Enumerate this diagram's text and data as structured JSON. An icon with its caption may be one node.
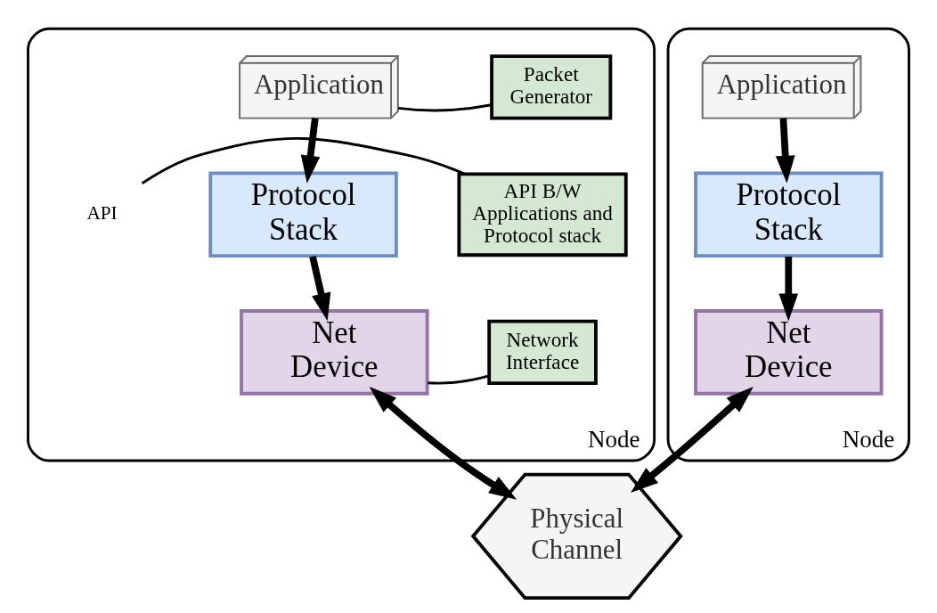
{
  "diagram": {
    "nodes": [
      {
        "text": [
          "Node"
        ]
      },
      {
        "text": [
          "Application"
        ],
        "in": 0
      },
      {
        "text": [
          "Packet Generator"
        ],
        "in": 0
      },
      {
        "text": [
          "API"
        ],
        "in": 0
      },
      {
        "text": [
          "API B/W Applications and Protocol stack"
        ],
        "in": 0
      },
      {
        "text": [
          "Protocol Stack"
        ],
        "in": 0
      },
      {
        "text": [
          "Network Interface"
        ],
        "in": 0
      },
      {
        "text": [
          "Net Device"
        ],
        "in": 0
      },
      {
        "text": [
          "Node"
        ]
      },
      {
        "text": [
          "Application"
        ],
        "in": 8
      },
      {
        "text": [
          "Protocol Stack"
        ],
        "in": 8
      },
      {
        "text": [
          "Net Device"
        ],
        "in": 8
      },
      {
        "text": [
          "Physical Channel"
        ]
      }
    ],
    "edges": [
      {
        "from": 2,
        "to": 1,
        "arrow": "none"
      },
      {
        "from": 1,
        "to": 5,
        "arrow": "to"
      },
      {
        "from": 4,
        "to": 3,
        "arrow": "none"
      },
      {
        "from": 5,
        "to": 7,
        "arrow": "to"
      },
      {
        "from": 6,
        "to": 7,
        "arrow": "none"
      },
      {
        "from": 7,
        "to": 12,
        "arrow": "both"
      },
      {
        "from": 9,
        "to": 10,
        "arrow": "to"
      },
      {
        "from": 10,
        "to": 11,
        "arrow": "to"
      },
      {
        "from": 11,
        "to": 12,
        "arrow": "both"
      }
    ]
  }
}
